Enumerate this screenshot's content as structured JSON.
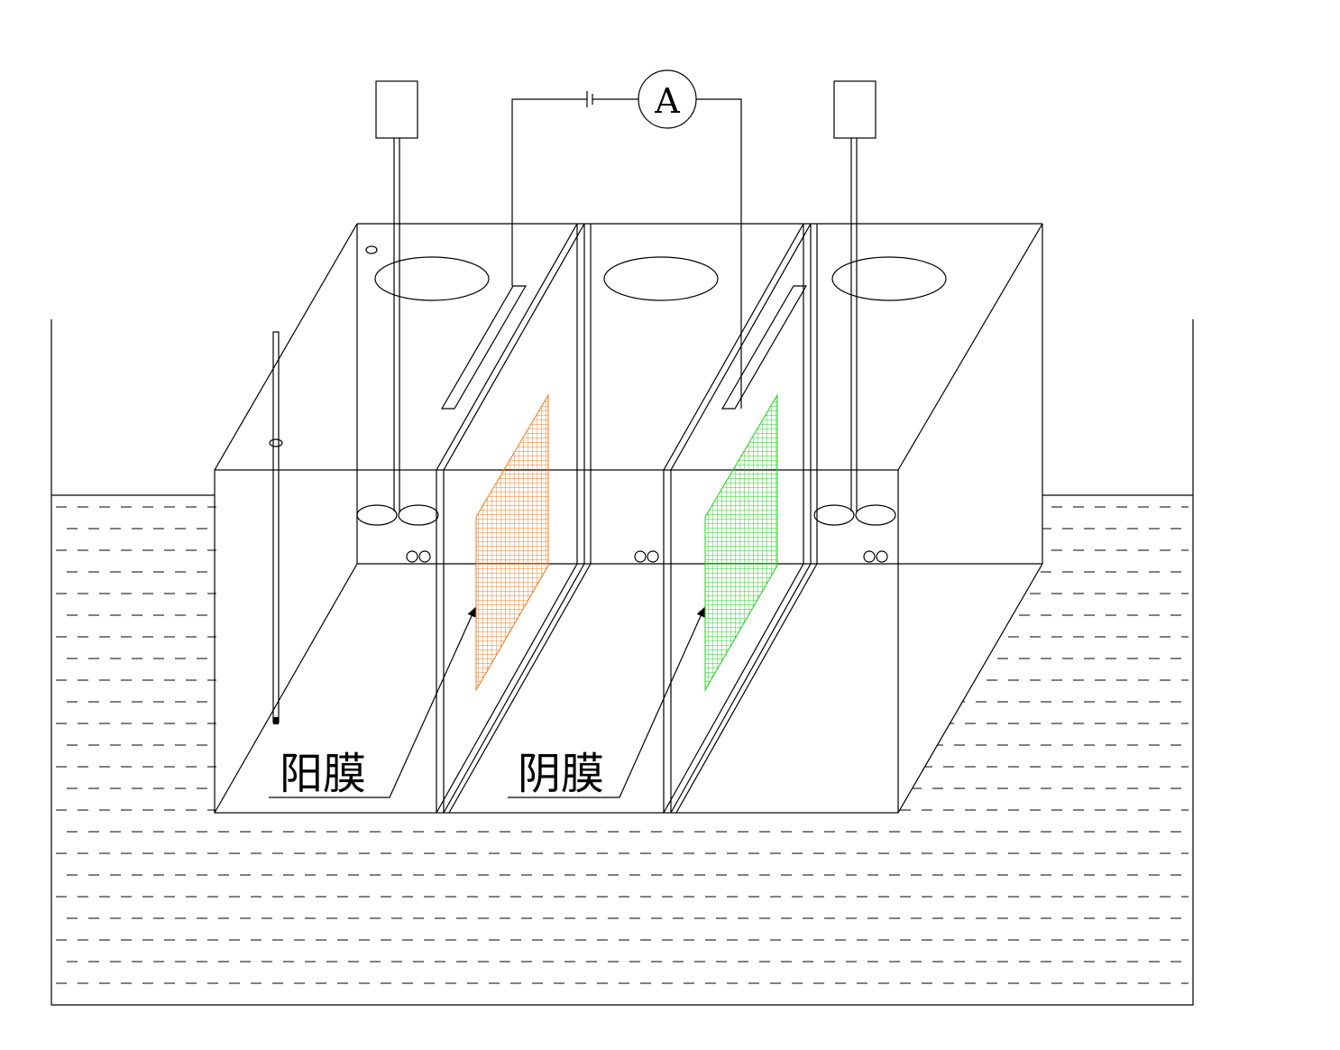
{
  "diagram": {
    "ammeter_label": "A",
    "membrane_labels": {
      "anion": "阳膜",
      "cation": "阴膜"
    },
    "colors": {
      "line": "#000000",
      "anion_membrane_mesh": "#f07a1e",
      "cation_membrane_mesh": "#20d020",
      "background": "#ffffff"
    },
    "icons": [
      "ammeter-icon",
      "battery-icon",
      "stirrer-motor-icon",
      "stirrer-paddle-icon",
      "thermometer-icon"
    ]
  }
}
